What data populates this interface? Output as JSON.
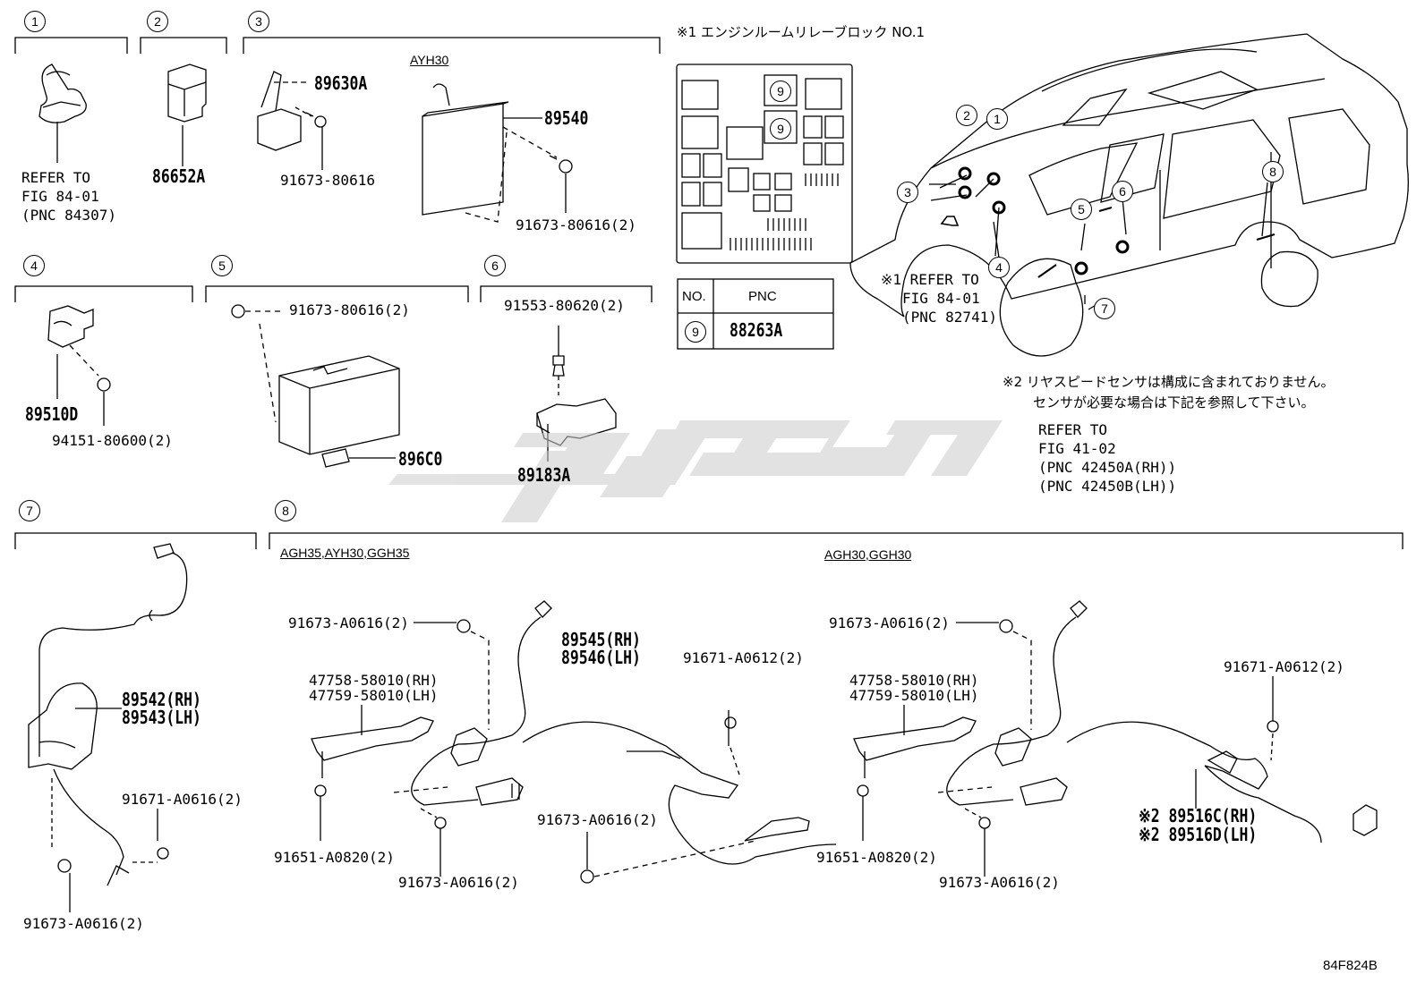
{
  "groups": [
    {
      "num": "1"
    },
    {
      "num": "2"
    },
    {
      "num": "3"
    },
    {
      "num": "4"
    },
    {
      "num": "5"
    },
    {
      "num": "6"
    },
    {
      "num": "7"
    },
    {
      "num": "8"
    }
  ],
  "group1": {
    "refer1": "REFER TO",
    "refer2": "FIG 84-01",
    "refer3": "(PNC 84307)"
  },
  "group2": {
    "part": "86652A"
  },
  "group3": {
    "part_a": "89630A",
    "bolt_a": "91673-80616",
    "variant": "AYH30",
    "part_b": "89540",
    "bolt_b": "91673-80616(2)"
  },
  "group4": {
    "part": "89510D",
    "nut": "94151-80600(2)"
  },
  "group5": {
    "bolt": "91673-80616(2)",
    "part": "896C0"
  },
  "group6": {
    "bolt": "91553-80620(2)",
    "part": "89183A"
  },
  "group7": {
    "part_rh": "89542(RH)",
    "part_lh": "89543(LH)",
    "bolt_a": "91671-A0616(2)",
    "bolt_b": "91673-A0616(2)"
  },
  "group8": {
    "variant_left": "AGH35,AYH30,GGH35",
    "variant_right": "AGH30,GGH30",
    "left": {
      "bolt_top": "91673-A0616(2)",
      "bracket_rh": "47758-58010(RH)",
      "bracket_lh": "47759-58010(LH)",
      "sensor_rh": "89545(RH)",
      "sensor_lh": "89546(LH)",
      "bolt_right": "91671-A0612(2)",
      "bolt_mid": "91673-A0616(2)",
      "bolt_bottom_a": "91651-A0820(2)",
      "bolt_bottom_b": "91673-A0616(2)"
    },
    "right": {
      "bolt_top": "91673-A0616(2)",
      "bracket_rh": "47758-58010(RH)",
      "bracket_lh": "47759-58010(LH)",
      "bolt_right": "91671-A0612(2)",
      "sensor_rh": "※2 89516C(RH)",
      "sensor_lh": "※2 89516D(LH)",
      "bolt_bottom_a": "91651-A0820(2)",
      "bolt_bottom_b": "91673-A0616(2)"
    }
  },
  "relay": {
    "title": "※1 エンジンルームリレーブロック NO.1",
    "table_head_no": "NO.",
    "table_head_pnc": "PNC",
    "row_no": "9",
    "row_pnc": "88263A",
    "slot_label": "9"
  },
  "vehicle": {
    "refer1": "※1 REFER TO",
    "refer2": "FIG 84-01",
    "refer3": "(PNC 82741)",
    "callouts": [
      "1",
      "2",
      "3",
      "4",
      "5",
      "6",
      "7",
      "8"
    ]
  },
  "note2": {
    "line1": "※2 リヤスピードセンサは構成に含まれておりません。",
    "line2": "センサが必要な場合は下記を参照して下さい。",
    "refer1": "REFER TO",
    "refer2": "FIG 41-02",
    "refer3": "(PNC 42450A(RH))",
    "refer4": "(PNC 42450B(LH))"
  },
  "figure_code": "84F824B"
}
